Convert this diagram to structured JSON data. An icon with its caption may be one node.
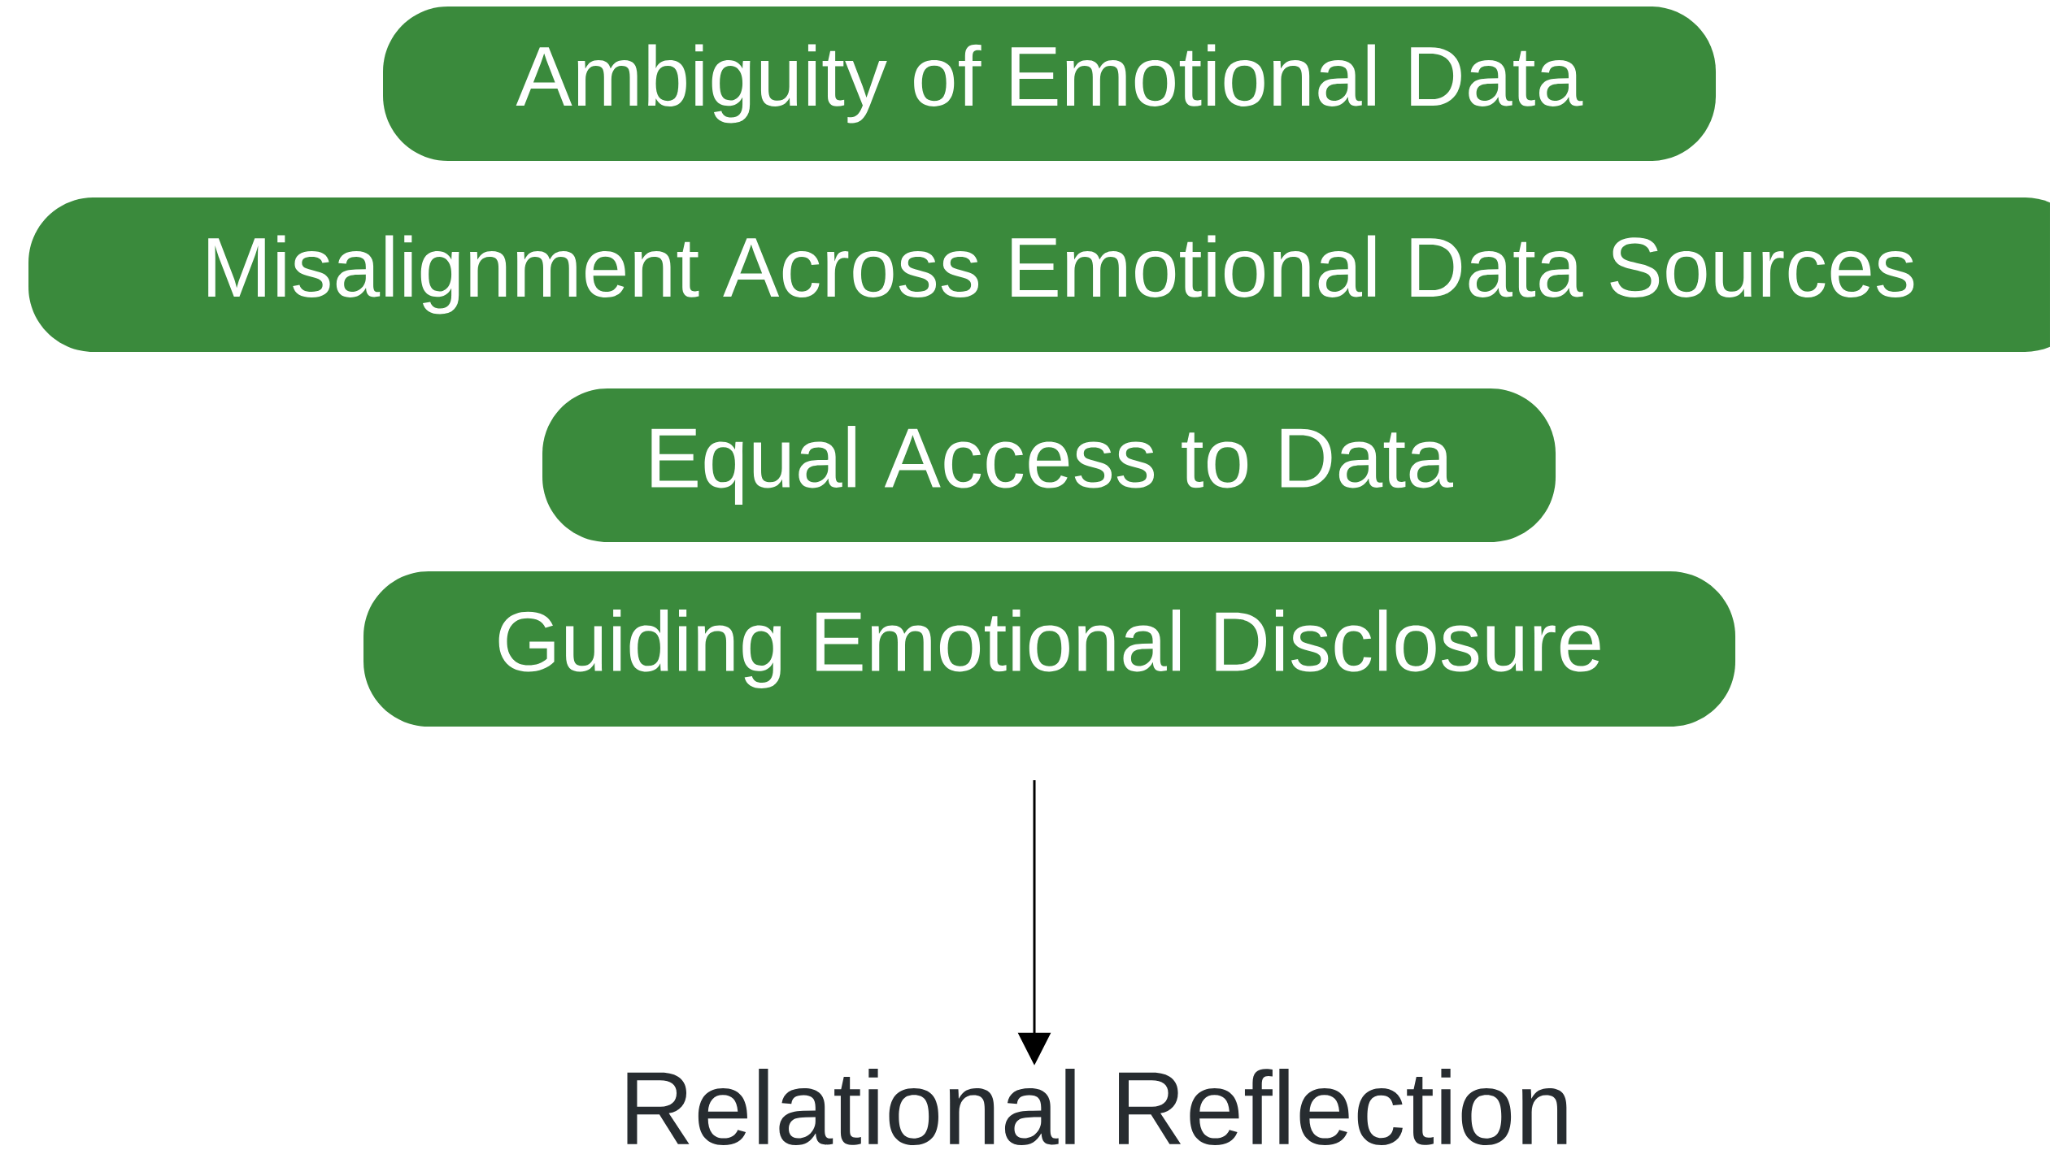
{
  "diagram": {
    "nodes": [
      {
        "text": [
          "Ambiguity of Emotional Data"
        ]
      },
      {
        "text": [
          "Misalignment Across Emotional Data Sources"
        ]
      },
      {
        "text": [
          "Equal Access to Data"
        ]
      },
      {
        "text": [
          "Guiding Emotional Disclosure"
        ]
      },
      {
        "text": [
          "Relational Reflection"
        ]
      }
    ],
    "edges": [
      {
        "from": null,
        "to": 4,
        "arrow": "to"
      }
    ]
  }
}
